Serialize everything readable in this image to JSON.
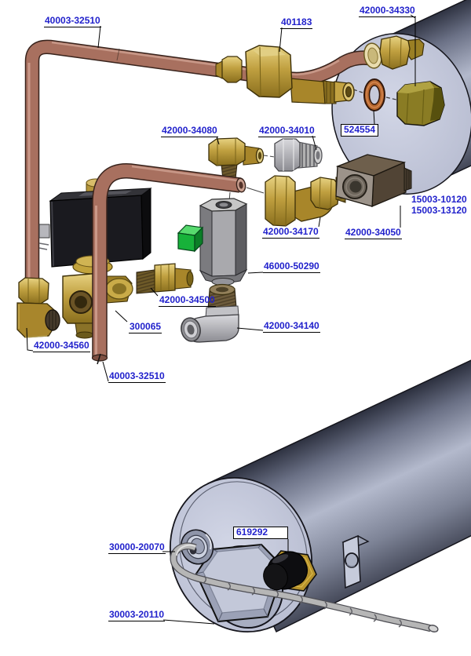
{
  "diagram": {
    "type": "exploded-parts-diagram",
    "description": "CAD exploded view of air tank plumbing with solenoid valve, copper pipes, brass fittings and sensor",
    "labels": {
      "pipe_top": {
        "text": "40003-32510"
      },
      "inline_fitting": {
        "text": "401183"
      },
      "tank_plug": {
        "text": "42000-34330"
      },
      "copper_washer": {
        "text": "524554",
        "boxed": true
      },
      "elbow_34080": {
        "text": "42000-34080"
      },
      "adapter_34010": {
        "text": "42000-34010"
      },
      "tank_top_a": {
        "text": "15003-10120"
      },
      "tank_top_b": {
        "text": "15003-13120"
      },
      "elbow_34170": {
        "text": "42000-34170"
      },
      "block_34050": {
        "text": "42000-34050"
      },
      "standoff": {
        "text": "46000-50290"
      },
      "fitting_34500": {
        "text": "42000-34500"
      },
      "valve": {
        "text": "300065"
      },
      "push_elbow": {
        "text": "42000-34140"
      },
      "elbow_34560": {
        "text": "42000-34560"
      },
      "pipe_bottom": {
        "text": "40003-32510"
      },
      "probe_wire": {
        "text": "30000-20070"
      },
      "sensor": {
        "text": "619292",
        "boxed": true
      },
      "hex_plug": {
        "text": "30003-20110"
      }
    },
    "colors": {
      "label_blue": "#2222cc",
      "leader_black": "#000000",
      "copper": "#a8705f",
      "brass": "#c0a040",
      "olive_brass": "#8a7c24",
      "tank_face": "#c3c7da",
      "tank_body_mid": "#b3b9cc",
      "green_connector": "#17b23a",
      "steel": "#c0c0c0"
    }
  }
}
